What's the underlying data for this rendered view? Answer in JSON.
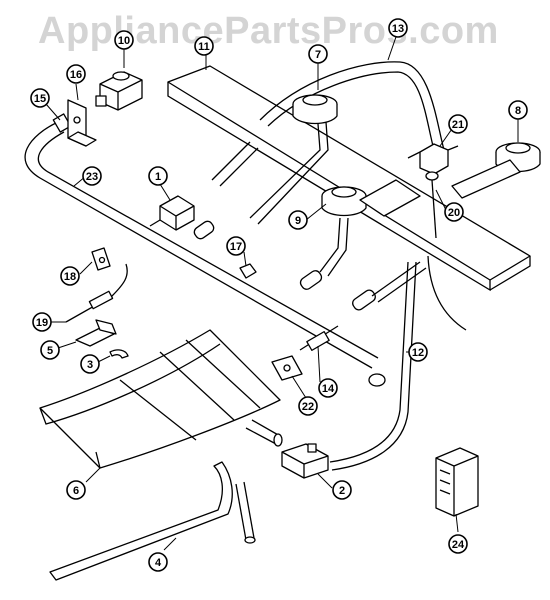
{
  "watermark": "AppliancePartsPros.com",
  "callouts": [
    {
      "id": "1",
      "label": "1"
    },
    {
      "id": "2",
      "label": "2"
    },
    {
      "id": "3",
      "label": "3"
    },
    {
      "id": "4",
      "label": "4"
    },
    {
      "id": "5",
      "label": "5"
    },
    {
      "id": "6",
      "label": "6"
    },
    {
      "id": "7",
      "label": "7"
    },
    {
      "id": "8",
      "label": "8"
    },
    {
      "id": "9",
      "label": "9"
    },
    {
      "id": "10",
      "label": "10"
    },
    {
      "id": "11",
      "label": "11"
    },
    {
      "id": "12",
      "label": "12"
    },
    {
      "id": "13",
      "label": "13"
    },
    {
      "id": "14",
      "label": "14"
    },
    {
      "id": "15",
      "label": "15"
    },
    {
      "id": "16",
      "label": "16"
    },
    {
      "id": "17",
      "label": "17"
    },
    {
      "id": "18",
      "label": "18"
    },
    {
      "id": "19",
      "label": "19"
    },
    {
      "id": "20",
      "label": "20"
    },
    {
      "id": "21",
      "label": "21"
    },
    {
      "id": "22",
      "label": "22"
    },
    {
      "id": "23",
      "label": "23"
    },
    {
      "id": "24",
      "label": "24"
    }
  ]
}
